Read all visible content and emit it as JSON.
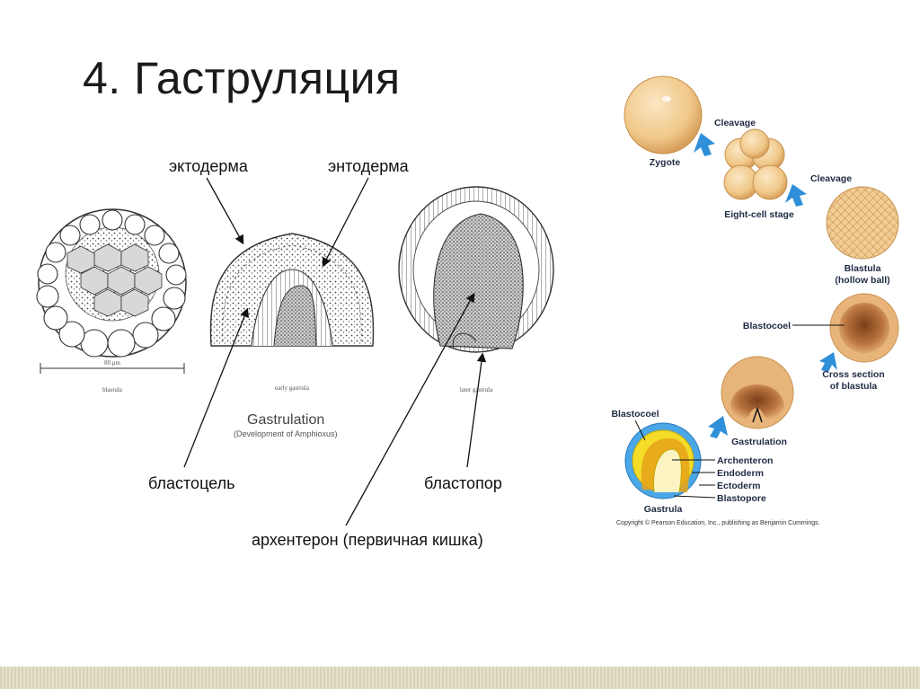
{
  "title": "4. Гаструляция",
  "left_labels": {
    "ectoderm": "эктодерма",
    "endoderm": "энтодерма",
    "blastocoel": "бластоцель",
    "blastopore": "бластопор",
    "archenteron": "архентерон (первичная кишка)"
  },
  "left_captions": {
    "scale": "80 μm",
    "blastula": "blastula",
    "early_gastrula": "early gastrula",
    "later_gastrula": "later gastrula",
    "gastrulation": "Gastrulation",
    "development": "(Development of Amphioxus)"
  },
  "right_labels": {
    "cleavage_1": "Cleavage",
    "zygote": "Zygote",
    "cleavage_2": "Cleavage",
    "eight_cell": "Eight-cell stage",
    "blastula": "Blastula",
    "hollow_ball": "(hollow ball)",
    "blastocoel_top": "Blastocoel",
    "cross_section": "Cross section",
    "of_blastula": "of blastula",
    "gastrulation": "Gastrulation",
    "blastocoel_bottom": "Blastocoel",
    "archenteron": "Archenteron",
    "endoderm": "Endoderm",
    "ectoderm": "Ectoderm",
    "blastopore": "Blastopore",
    "gastrula": "Gastrula",
    "copyright": "Copyright © Pearson Education, Inc., publishing as Benjamin Cummings."
  },
  "colors": {
    "cell_peach": "#f2cf9a",
    "cell_brown": "#b9733f",
    "arrow_blue": "#2f8fd8",
    "ecto_blue": "#4aa7e8",
    "endo_yellow": "#f5dc28"
  }
}
